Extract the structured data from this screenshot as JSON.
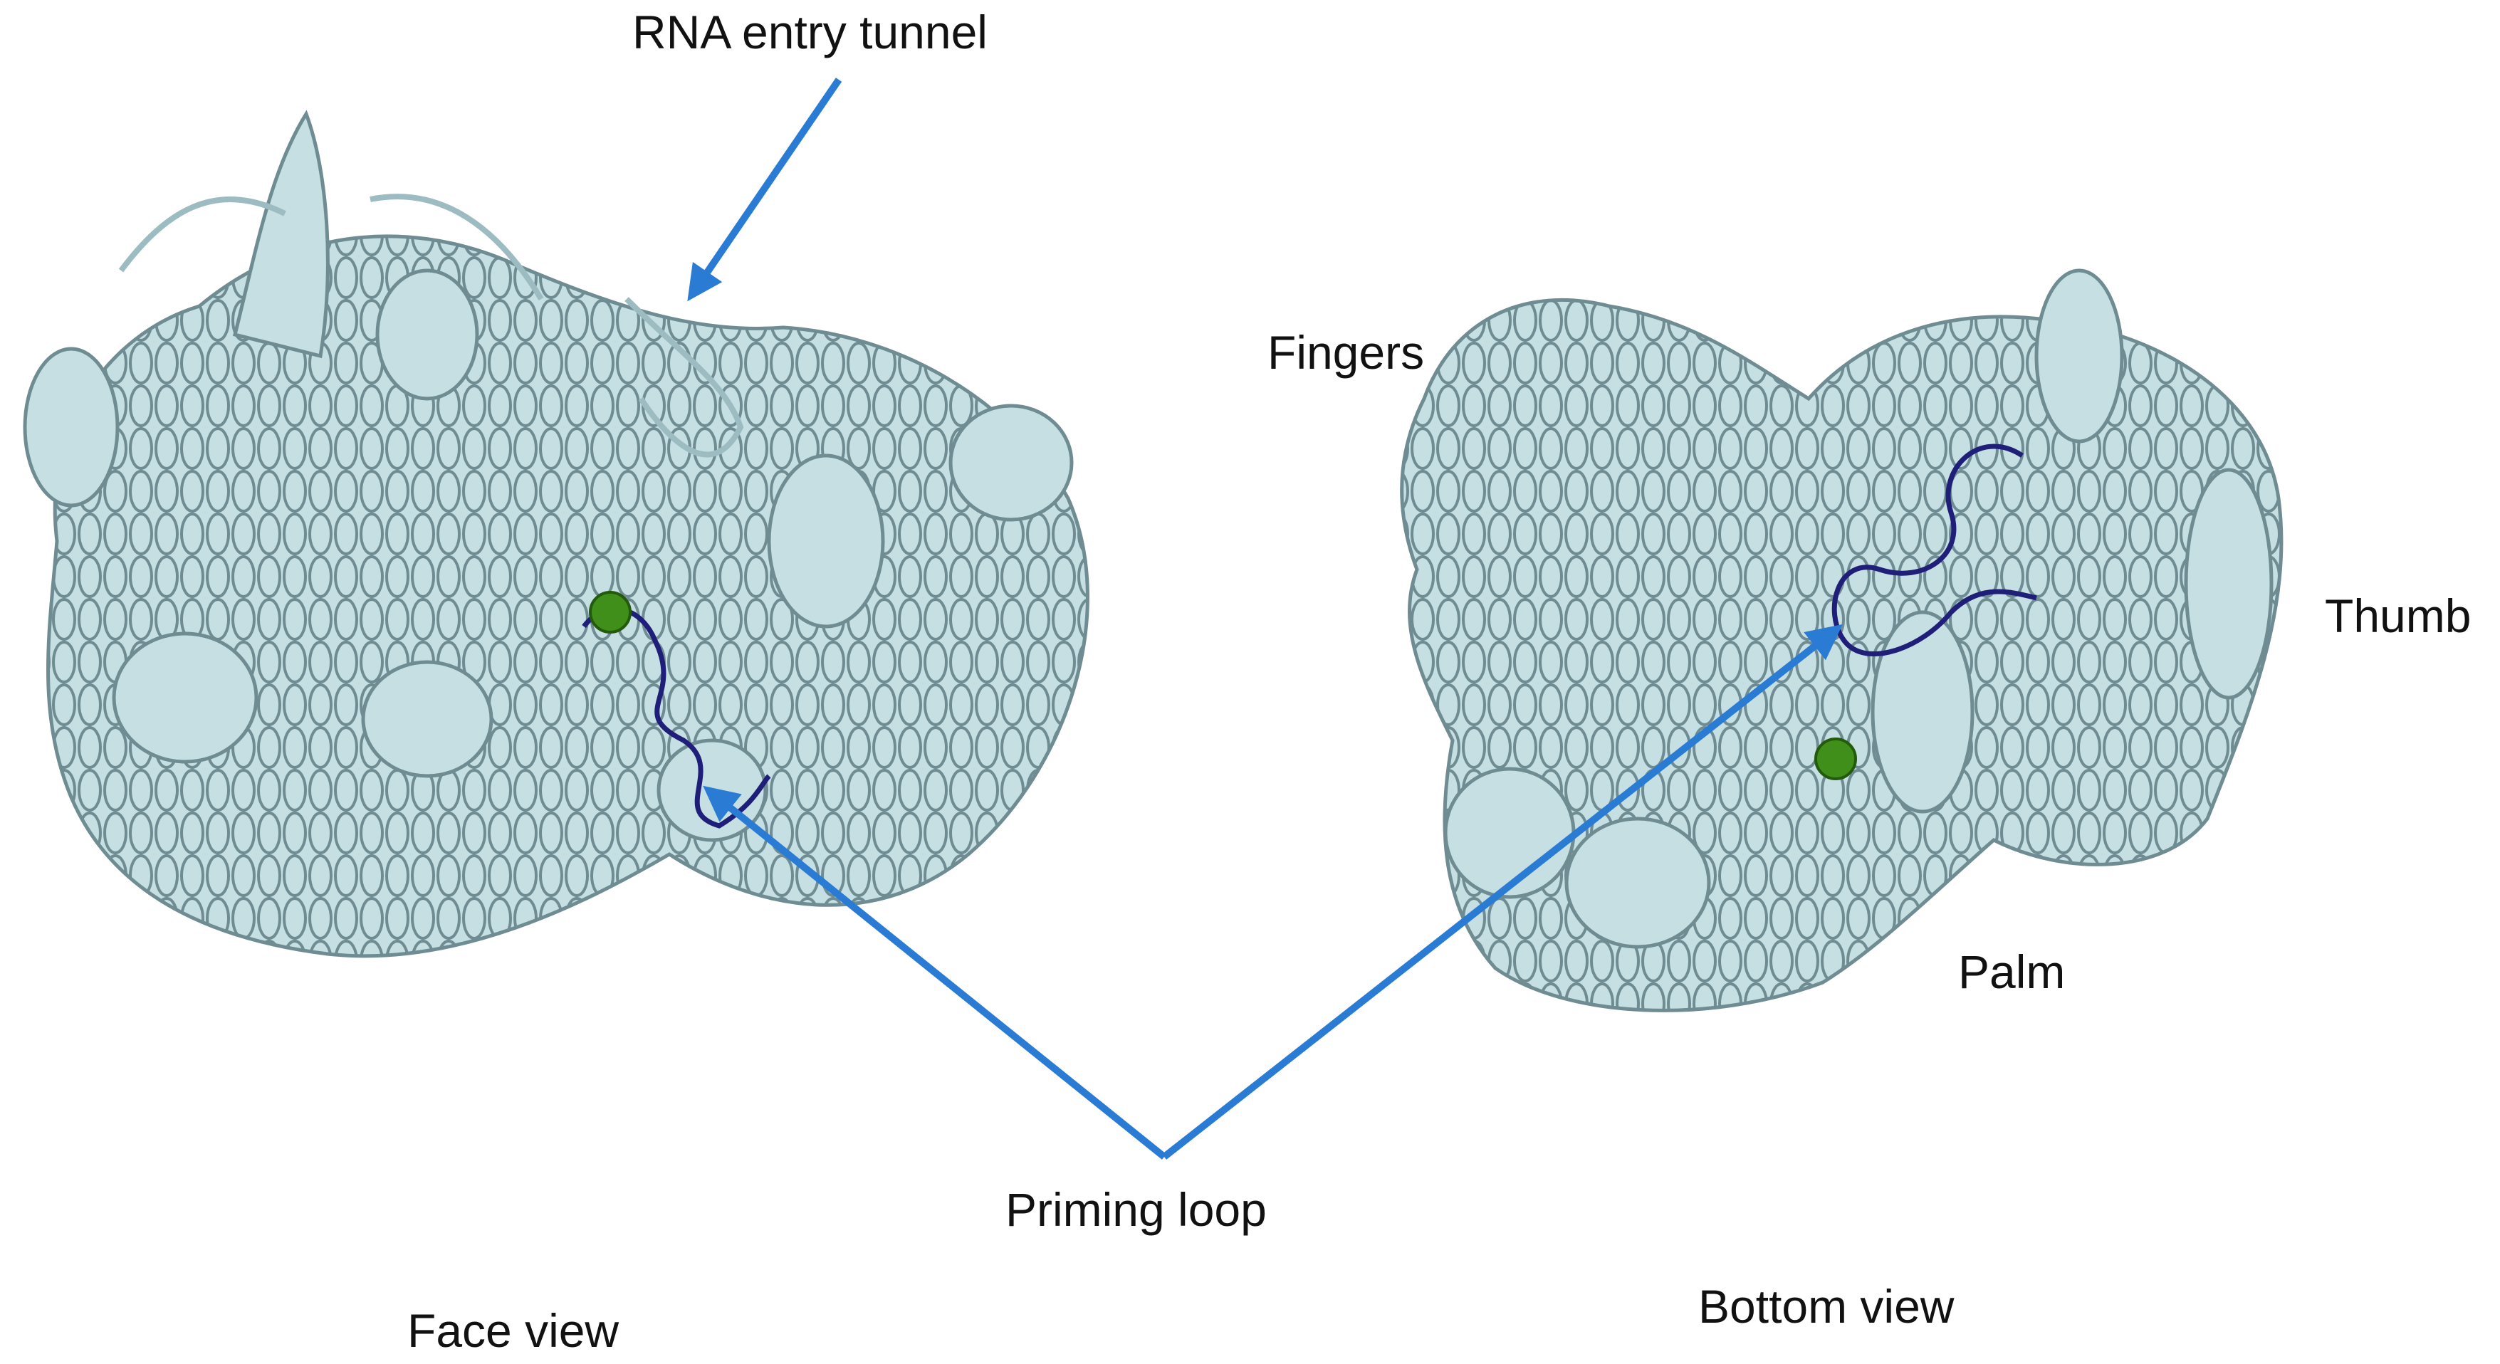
{
  "labels": {
    "rna_entry_tunnel": "RNA entry tunnel",
    "fingers": "Fingers",
    "thumb": "Thumb",
    "palm": "Palm",
    "priming_loop": "Priming loop",
    "face_view": "Face view",
    "bottom_view": "Bottom view"
  },
  "colors": {
    "protein_ribbon": "#bcd9de",
    "ribbon_outline": "#6f8c92",
    "priming_loop": "#1f1f7a",
    "metal_ion": "#3f8f1a",
    "arrow": "#2a7bd4",
    "text": "#111111"
  }
}
